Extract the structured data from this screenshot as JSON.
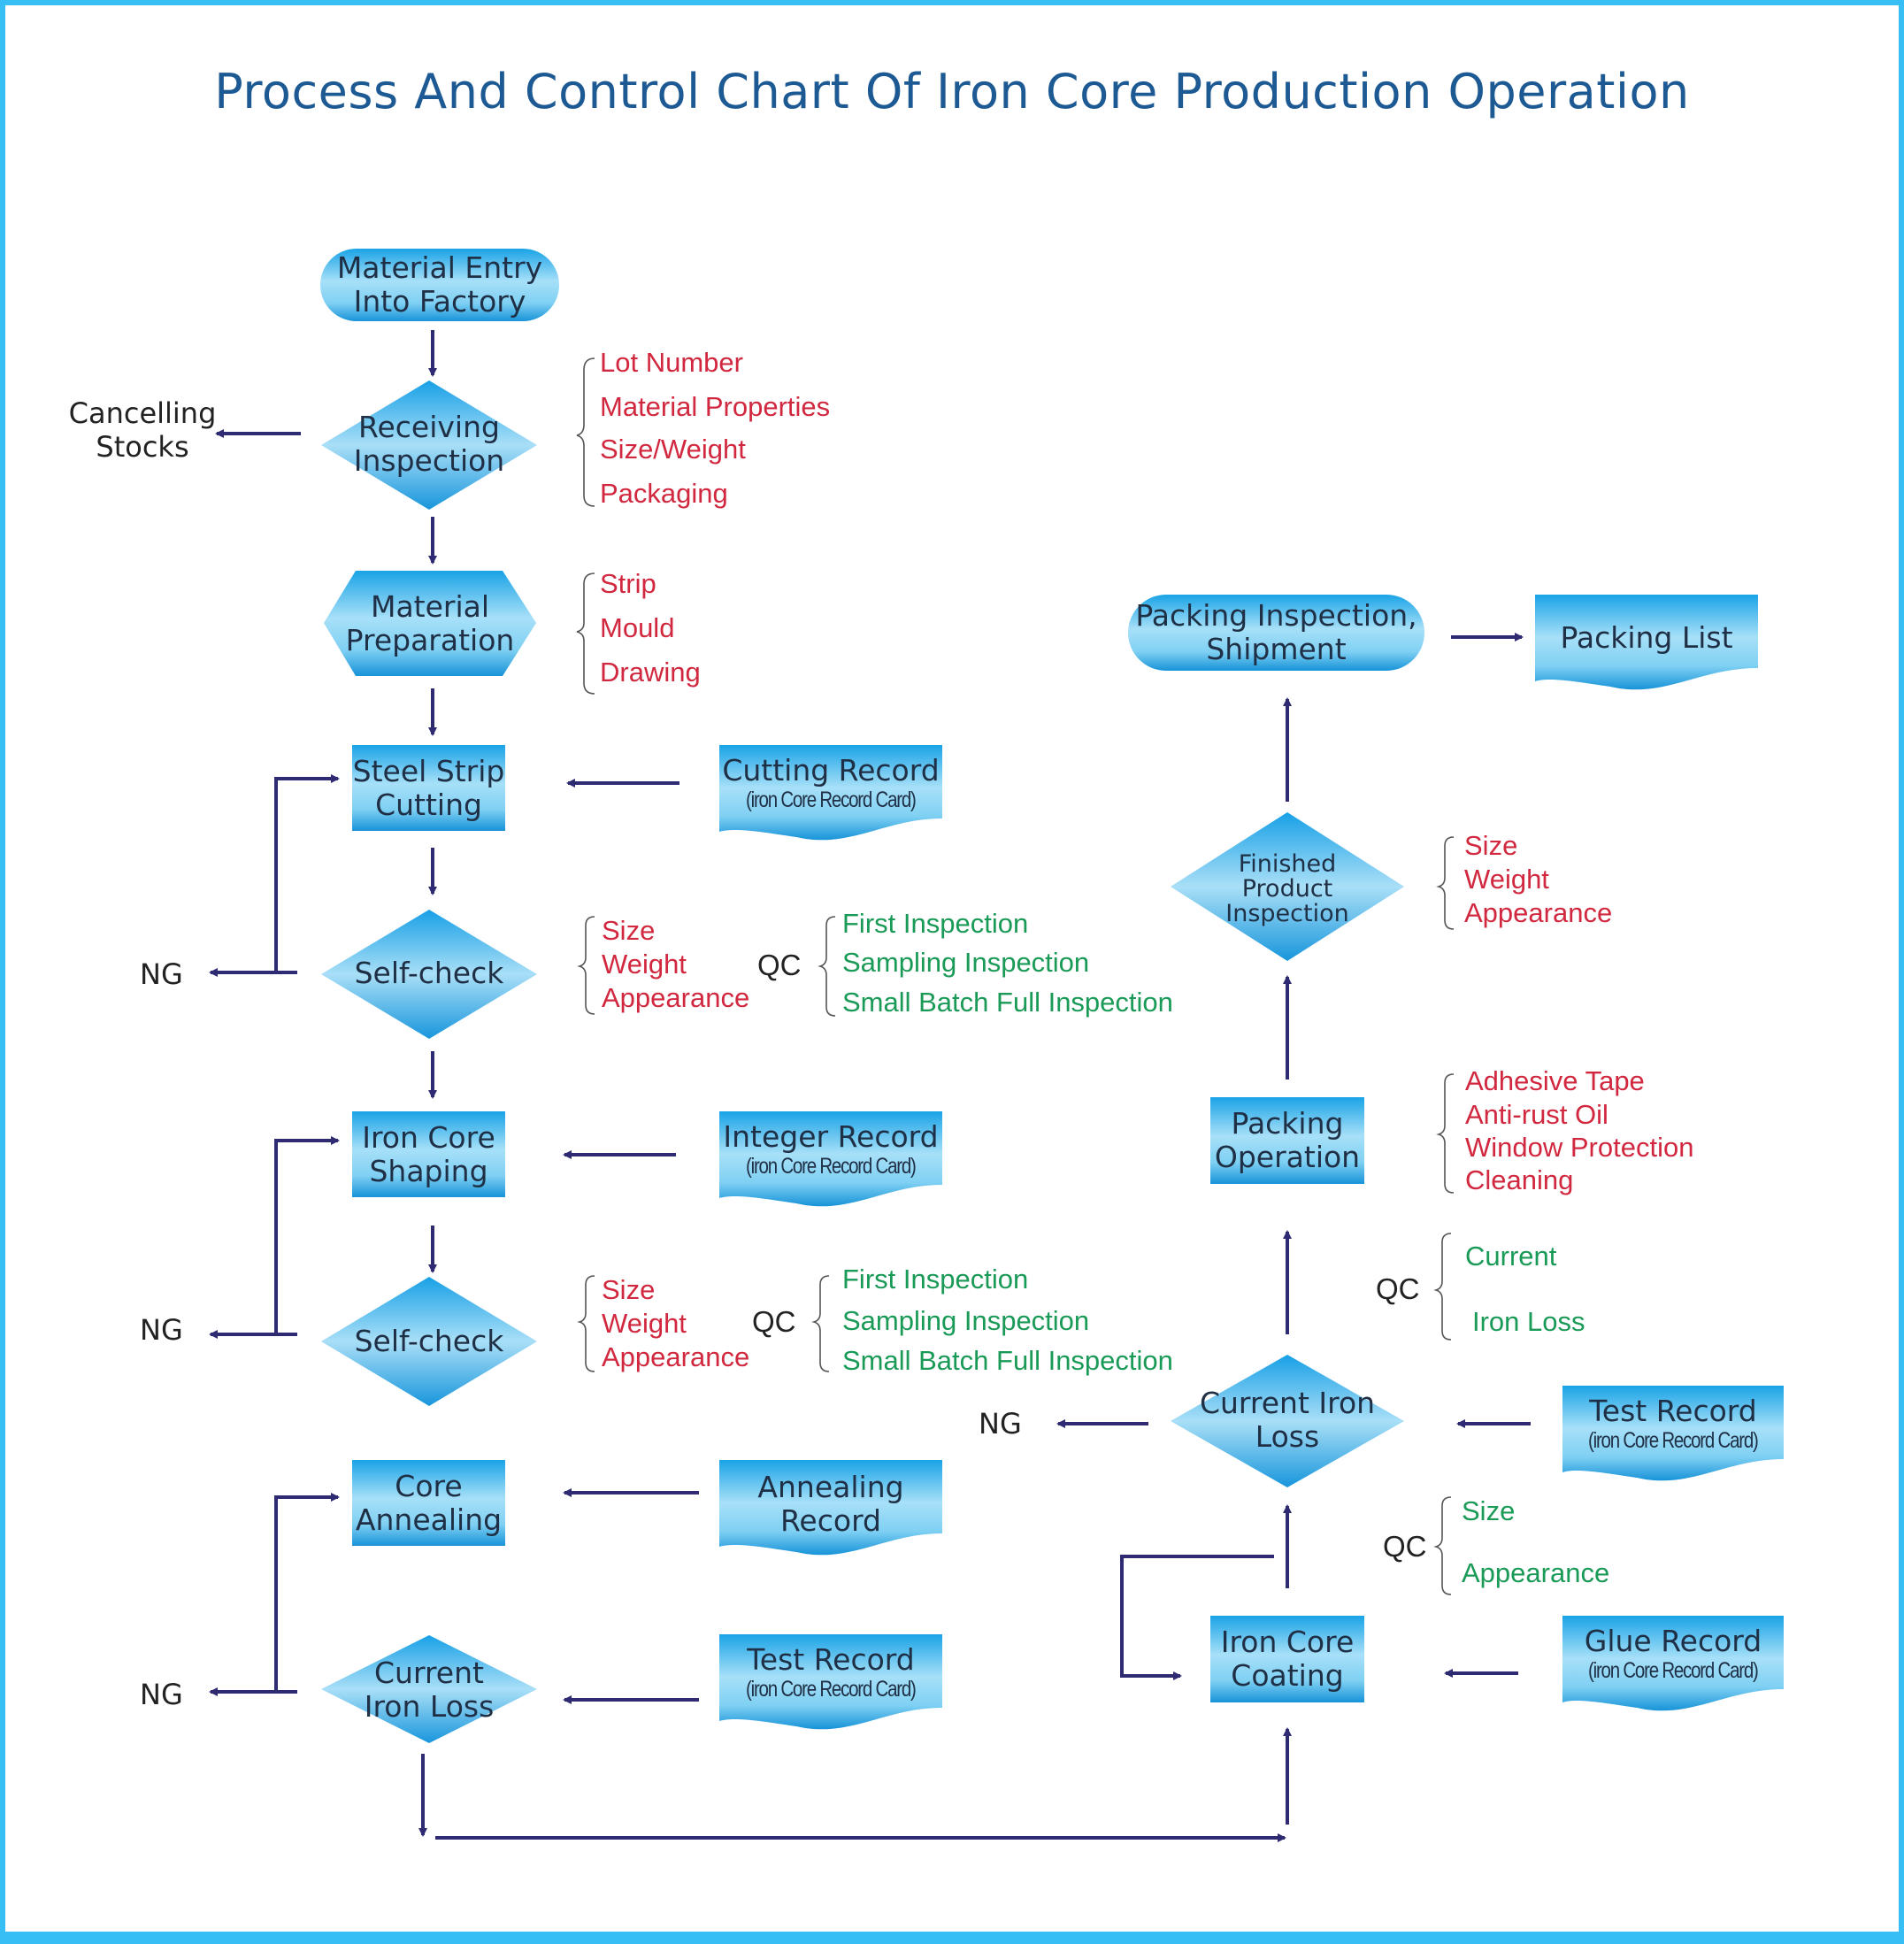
{
  "title": "Process And Control Chart Of Iron Core Production Operation",
  "colors": {
    "frame": "#37bff5",
    "title": "#1d5a93",
    "shape_fill_top": "#1aa3e6",
    "shape_fill_mid": "#9fdcf7",
    "arrow": "#2e2b73",
    "check_items": "#d1283f",
    "qc_items": "#1a9a57",
    "node_text": "#1f2f45"
  },
  "nodes": {
    "material_entry": {
      "line1": "Material Entry",
      "line2": "Into Factory",
      "shape": "terminator"
    },
    "receiving_inspection": {
      "line1": "Receiving",
      "line2": "Inspection",
      "shape": "decision"
    },
    "material_preparation": {
      "line1": "Material",
      "line2": "Preparation",
      "shape": "hexagon"
    },
    "steel_strip_cutting": {
      "line1": "Steel Strip",
      "line2": "Cutting",
      "shape": "process"
    },
    "self_check_1": {
      "line1": "Self-check",
      "shape": "decision"
    },
    "iron_core_shaping": {
      "line1": "Iron Core",
      "line2": "Shaping",
      "shape": "process"
    },
    "self_check_2": {
      "line1": "Self-check",
      "shape": "decision"
    },
    "core_annealing": {
      "line1": "Core",
      "line2": "Annealing",
      "shape": "process"
    },
    "current_iron_loss_left": {
      "line1": "Current",
      "line2": "Iron Loss",
      "shape": "decision"
    },
    "iron_core_coating": {
      "line1": "Iron Core",
      "line2": "Coating",
      "shape": "process"
    },
    "current_iron_loss_right": {
      "line1": "Current Iron",
      "line2": "Loss",
      "shape": "decision"
    },
    "packing_operation": {
      "line1": "Packing",
      "line2": "Operation",
      "shape": "process"
    },
    "finished_product_inspection": {
      "line1": "Finished",
      "line2": "Product",
      "line3": "Inspection",
      "shape": "decision"
    },
    "packing_inspection_shipment": {
      "line1": "Packing Inspection,",
      "line2": "Shipment",
      "shape": "terminator"
    }
  },
  "documents": {
    "cutting_record": {
      "line1": "Cutting Record",
      "line2": "(iron Core Record Card)"
    },
    "integer_record": {
      "line1": "Integer Record",
      "line2": "(iron Core Record Card)"
    },
    "annealing_record": {
      "line1": "Annealing",
      "line2": "Record"
    },
    "test_record_left": {
      "line1": "Test Record",
      "line2": "(iron Core Record Card)"
    },
    "test_record_right": {
      "line1": "Test Record",
      "line2": "(iron Core Record Card)"
    },
    "glue_record": {
      "line1": "Glue Record",
      "line2": "(iron Core Record Card)"
    },
    "packing_list": {
      "line1": "Packing List"
    }
  },
  "outcome_labels": {
    "cancelling_stocks": {
      "line1": "Cancelling",
      "line2": "Stocks"
    },
    "ng": "NG"
  },
  "checklists": {
    "receiving": [
      "Lot Number",
      "Material Properties",
      "Size/Weight",
      "Packaging"
    ],
    "preparation": [
      "Strip",
      "Mould",
      "Drawing"
    ],
    "self_check_1": [
      "Size",
      "Weight",
      "Appearance"
    ],
    "self_check_2": [
      "Size",
      "Weight",
      "Appearance"
    ],
    "finished_product": [
      "Size",
      "Weight",
      "Appearance"
    ],
    "packing": [
      "Adhesive Tape",
      "Anti-rust Oil",
      "Window Protection",
      "Cleaning"
    ]
  },
  "qc": {
    "label": "QC",
    "self_check_1": [
      "First Inspection",
      "Sampling Inspection",
      "Small Batch Full Inspection"
    ],
    "self_check_2": [
      "First Inspection",
      "Sampling Inspection",
      "Small Batch Full Inspection"
    ],
    "current_iron_loss": [
      "Current",
      "Iron Loss"
    ],
    "coating": [
      "Size",
      "Appearance"
    ]
  }
}
